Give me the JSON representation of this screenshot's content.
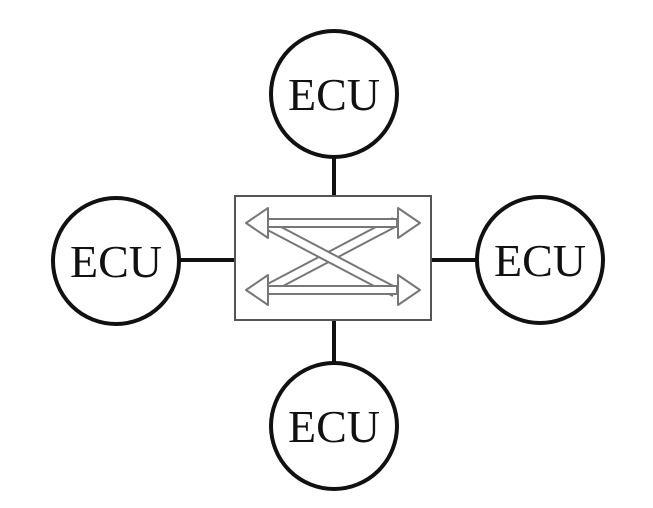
{
  "diagram": {
    "nodes": [
      {
        "id": "top",
        "label": "ECU"
      },
      {
        "id": "left",
        "label": "ECU"
      },
      {
        "id": "right",
        "label": "ECU"
      },
      {
        "id": "bottom",
        "label": "ECU"
      }
    ],
    "hub": {
      "icon": "switch-cross-arrows-icon"
    },
    "colors": {
      "stroke": "#111111",
      "hub_border": "#555555",
      "arrow_fill": "#ffffff",
      "arrow_stroke": "#777777",
      "background": "#ffffff"
    }
  }
}
